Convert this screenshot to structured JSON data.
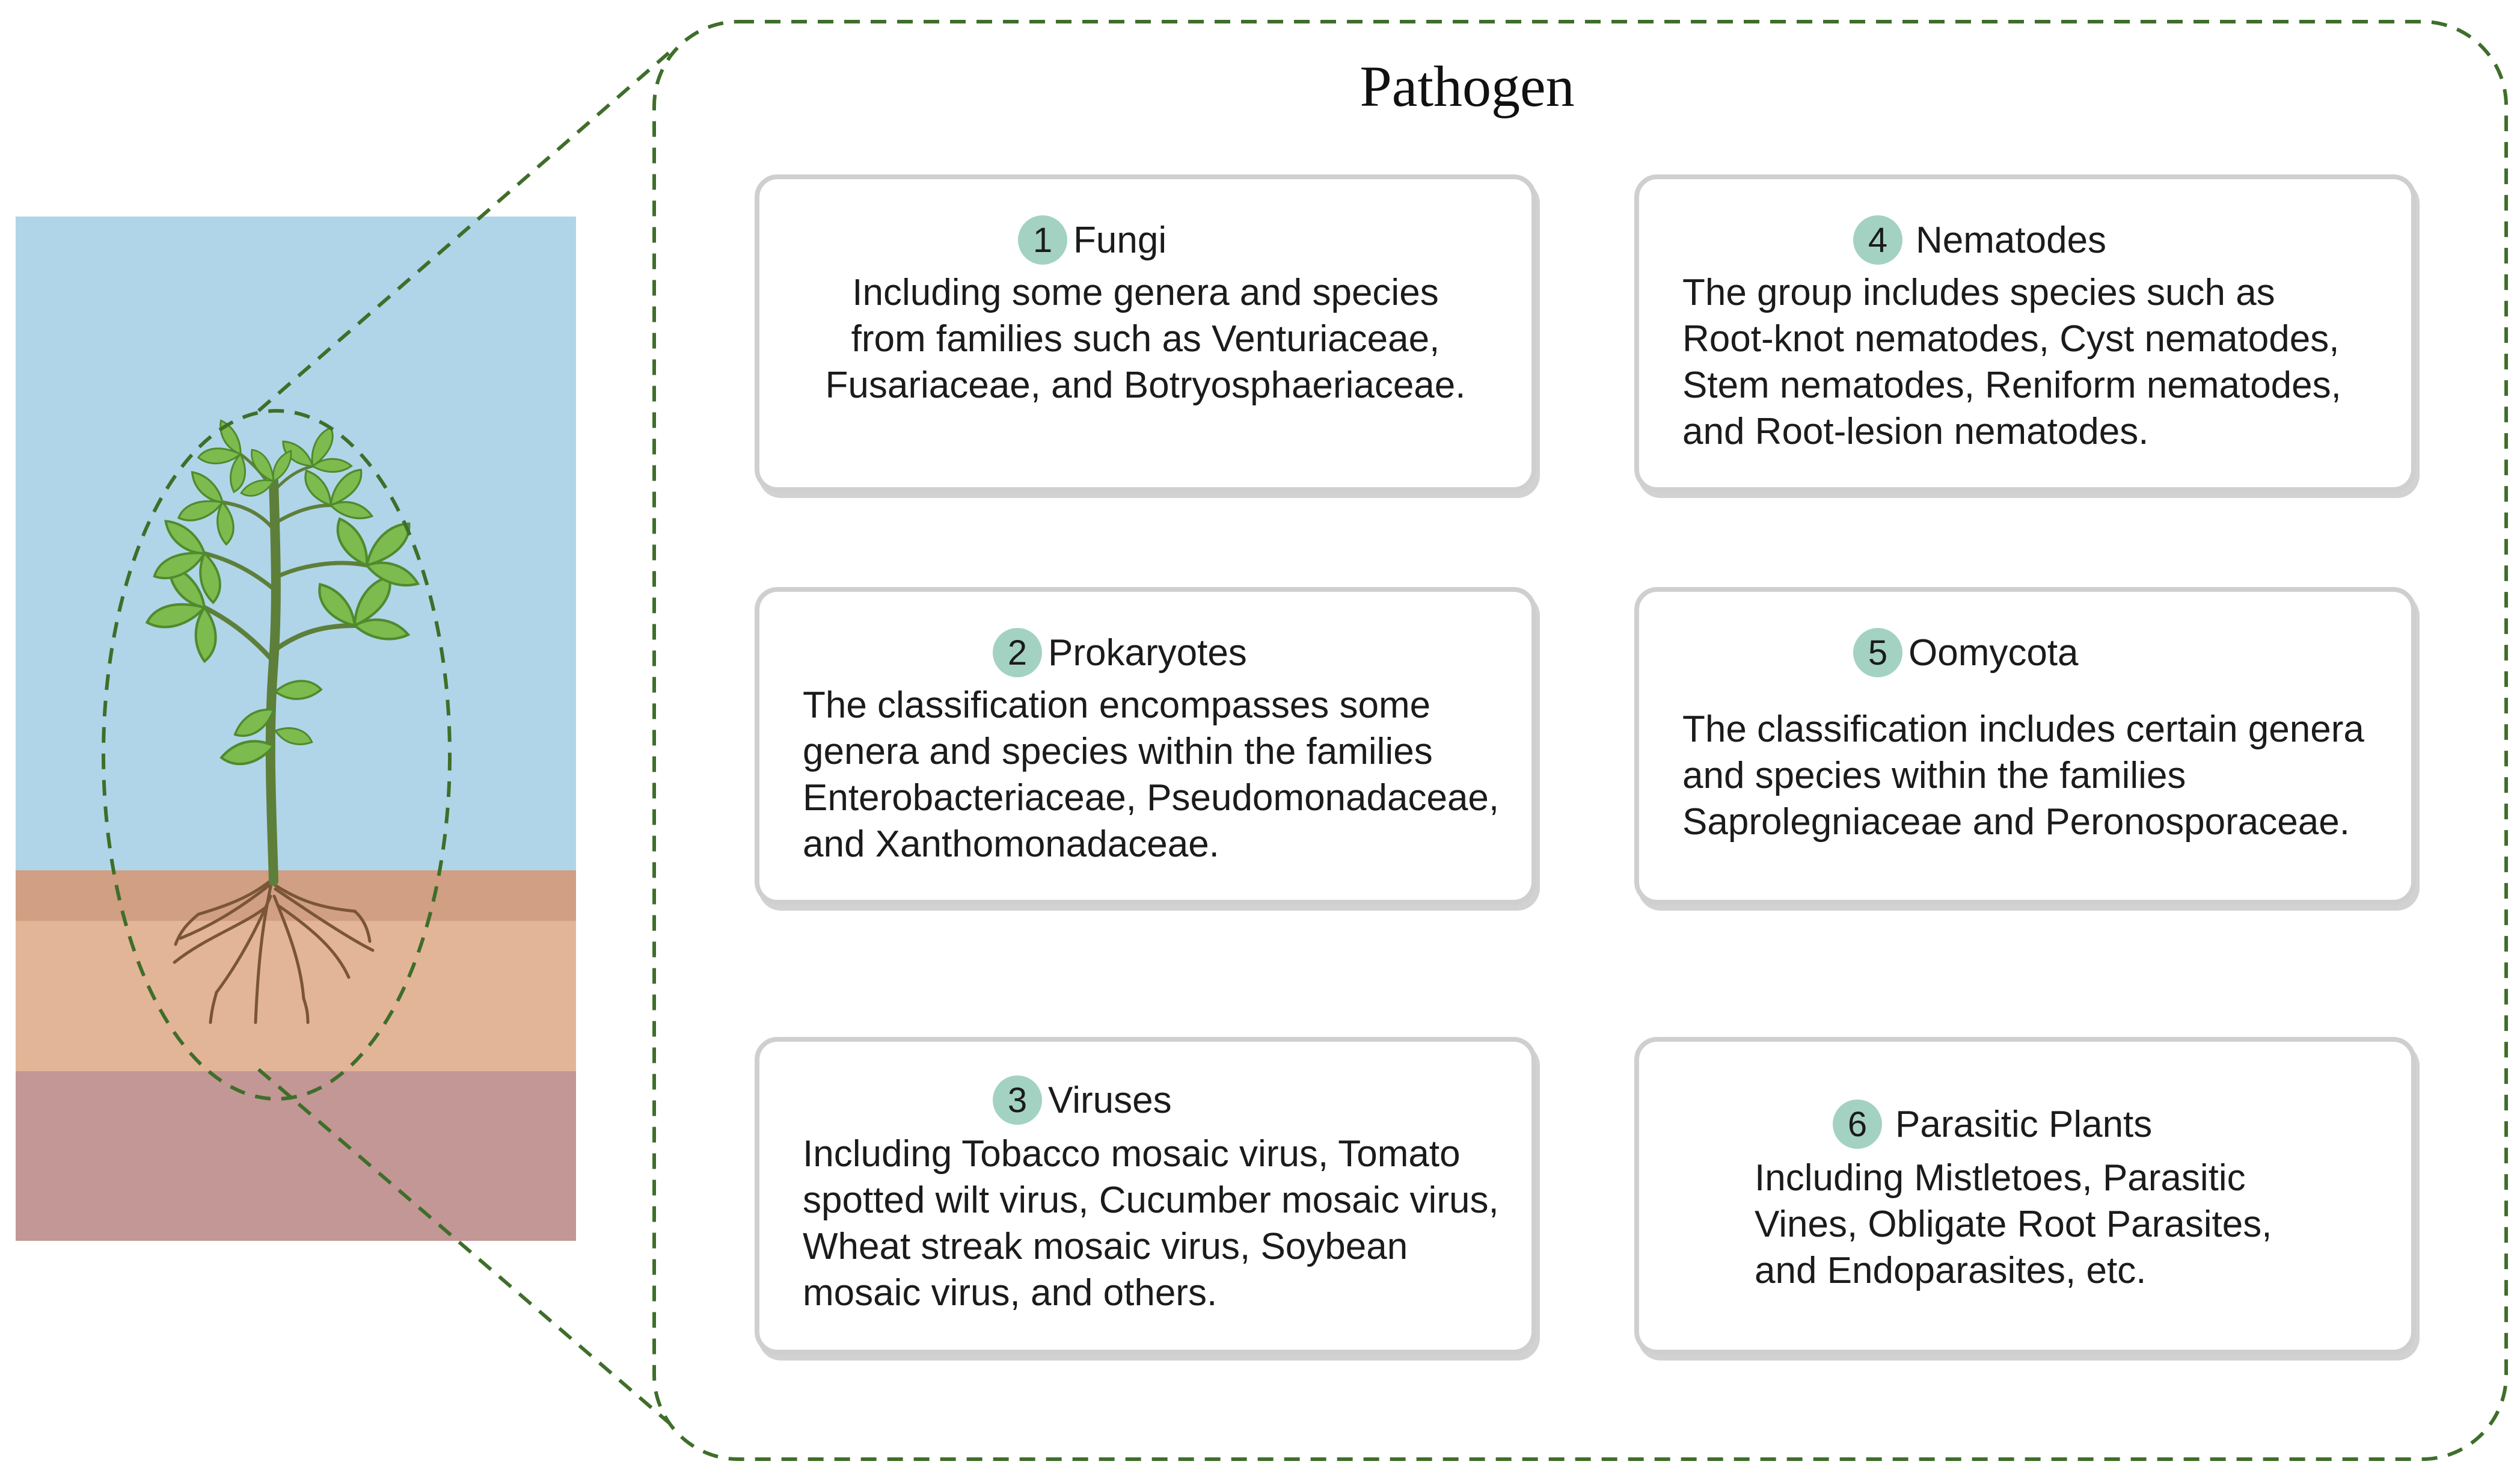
{
  "title": "Pathogen",
  "colors": {
    "dash": "#3f6e2a",
    "badge": "#a3d2c2",
    "sky": "#b0d5e8",
    "topsoil": "#d19f83",
    "midsoil": "#e3b598",
    "deepsoil": "#c39795"
  },
  "cards": [
    {
      "number": "1",
      "heading": "Fungi",
      "lines": [
        "Including some genera and species",
        "from families such as Venturiaceae,",
        "Fusariaceae, and Botryosphaeriaceae."
      ]
    },
    {
      "number": "2",
      "heading": "Prokaryotes",
      "lines": [
        "The classification encompasses some",
        "genera and species within the families",
        "Enterobacteriaceae, Pseudomonadaceae,",
        "and Xanthomonadaceae."
      ]
    },
    {
      "number": "3",
      "heading": "Viruses",
      "lines": [
        "Including Tobacco mosaic virus, Tomato",
        "spotted wilt virus, Cucumber mosaic virus,",
        "Wheat streak mosaic virus, Soybean",
        "mosaic virus, and others."
      ]
    },
    {
      "number": "4",
      "heading": "Nematodes",
      "lines": [
        "The group includes species such as",
        "Root-knot nematodes, Cyst nematodes,",
        "Stem nematodes, Reniform nematodes,",
        "and Root-lesion nematodes."
      ]
    },
    {
      "number": "5",
      "heading": "Oomycota",
      "lines": [
        "The classification includes certain genera",
        "and species within the families",
        "Saprolegniaceae and Peronosporaceae."
      ]
    },
    {
      "number": "6",
      "heading": "Parasitic Plants",
      "lines": [
        "Including Mistletoes, Parasitic",
        "Vines, Obligate Root Parasites,",
        "and Endoparasites, etc."
      ]
    }
  ]
}
